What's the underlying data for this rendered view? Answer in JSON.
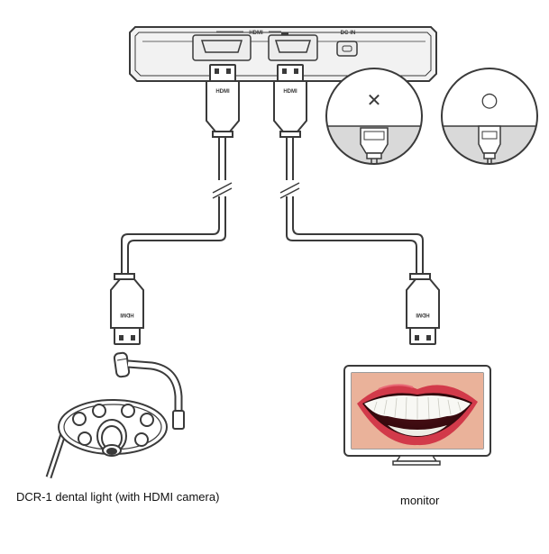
{
  "device": {
    "hdmi_label": "HDMI",
    "dcin_label": "DC-IN",
    "plug_text": "HDMI"
  },
  "insets": {
    "wrong_symbol": "✕",
    "right_symbol": "○"
  },
  "captions": {
    "light": "DCR-1 dental light (with HDMI camera)",
    "monitor": "monitor"
  },
  "colors": {
    "line": "#3a3a3a",
    "device_fill": "#f2f2f2",
    "inset_gray": "#d9d9d9",
    "tooth": "#f8f8f4",
    "lip": "#d23a4a",
    "skin": "#e7a98f"
  }
}
